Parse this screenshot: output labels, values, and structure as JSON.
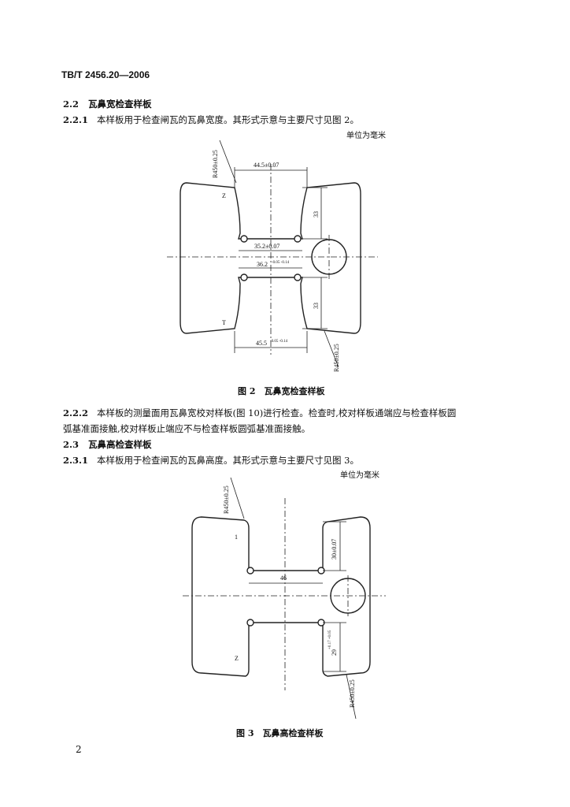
{
  "header": "TB/T 2456.20—2006",
  "sections": {
    "s2_2": {
      "num": "2.2",
      "title": "瓦鼻宽检查样板"
    },
    "s2_2_1": {
      "num": "2.2.1",
      "text": "本样板用于检查闸瓦的瓦鼻宽度。其形式示意与主要尺寸见图 2。"
    },
    "s2_2_2": {
      "num": "2.2.2",
      "line1": "本样板的测量面用瓦鼻宽校对样板(图 10)进行检查。检查时,校对样板通端应与检查样板圆",
      "line2": "弧基准面接触,校对样板止端应不与检查样板圆弧基准面接触。"
    },
    "s2_3": {
      "num": "2.3",
      "title": "瓦鼻高检查样板"
    },
    "s2_3_1": {
      "num": "2.3.1",
      "text": "本样板用于检查闸瓦的瓦鼻高度。其形式示意与主要尺寸见图 3。"
    }
  },
  "unit_note": "单位为毫米",
  "figure2": {
    "caption": "图 2　瓦鼻宽检查样板",
    "labels": {
      "r_top": "R450±0.25",
      "r_bot": "R450±0.25",
      "d1": "44.5±0.07",
      "d2": "35.2±0.07",
      "d3": "36.2",
      "d3_tol": "-0.05 -0.14",
      "d4": "45.5",
      "d4_tol": "-0.05 -0.14",
      "h1": "33",
      "h2": "33",
      "mark_top": "Z",
      "mark_bot": "T"
    }
  },
  "figure3": {
    "caption": "图 3　瓦鼻高检查样板",
    "labels": {
      "r_top": "R450±0.25",
      "r_bot": "R450±0.25",
      "w": "46",
      "h1": "30±0.07",
      "h2": "29",
      "h2_tol": "+0.17 +0.05",
      "mark_top": "1",
      "mark_bot": "Z"
    }
  },
  "page_number": "2"
}
